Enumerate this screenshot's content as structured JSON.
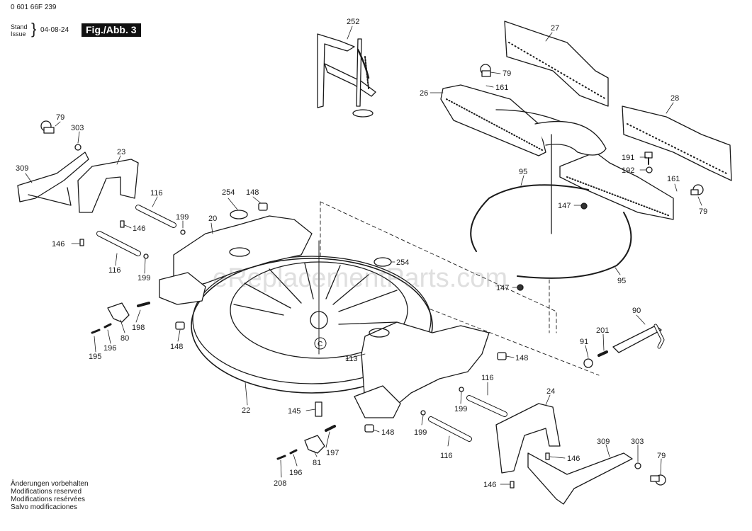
{
  "header": {
    "part_number": "0 601 66F 239",
    "stand_label": "Stand",
    "issue_label": "Issue",
    "date": "04-08-24",
    "figure_label": "Fig./Abb. 3"
  },
  "notes": [
    "Änderungen vorbehalten",
    "Modifications reserved",
    "Modifications resérvées",
    "Salvo modificaciones"
  ],
  "watermark": "eReplacementParts.com",
  "callouts": {
    "c252": "252",
    "c27": "27",
    "c79a": "79",
    "c161a": "161",
    "c26": "26",
    "c28": "28",
    "c191": "191",
    "c192": "192",
    "c161b": "161",
    "c79b": "79",
    "c95a": "95",
    "c147a": "147",
    "c95b": "95",
    "c147b": "147",
    "c79c": "79",
    "c303a": "303",
    "c23": "23",
    "c309a": "309",
    "c116a": "116",
    "c199a": "199",
    "c146a": "146",
    "c146b": "146",
    "c116b": "116",
    "c199b": "199",
    "c254a": "254",
    "c148a": "148",
    "c20": "20",
    "c254b": "254",
    "c198": "198",
    "c80": "80",
    "c196a": "196",
    "c195": "195",
    "c148b": "148",
    "c22": "22",
    "c113": "113",
    "c148c": "148",
    "c90": "90",
    "c201": "201",
    "c91": "91",
    "c116c": "116",
    "c199c": "199",
    "c24": "24",
    "c145": "145",
    "c148d": "148",
    "c199d": "199",
    "c116d": "116",
    "c197": "197",
    "c81": "81",
    "c196b": "196",
    "c208": "208",
    "c309b": "309",
    "c303b": "303",
    "c79d": "79",
    "c146c": "146",
    "c146d": "146",
    "c_mark": "C"
  }
}
